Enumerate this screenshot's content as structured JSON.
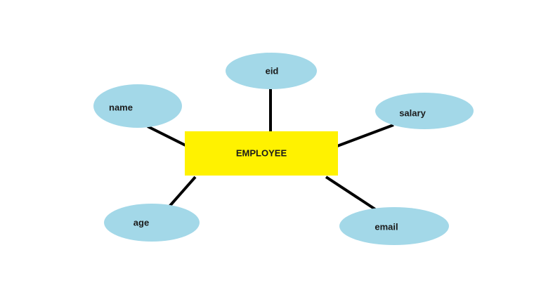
{
  "entity": {
    "label": "EMPLOYEE",
    "color": "#FFF200"
  },
  "attributes": [
    {
      "id": "name",
      "label": "name"
    },
    {
      "id": "eid",
      "label": "eid"
    },
    {
      "id": "salary",
      "label": "salary"
    },
    {
      "id": "age",
      "label": "age"
    },
    {
      "id": "email",
      "label": "email"
    }
  ],
  "attribute_color": "#A3D8E8",
  "line_color": "#000000"
}
